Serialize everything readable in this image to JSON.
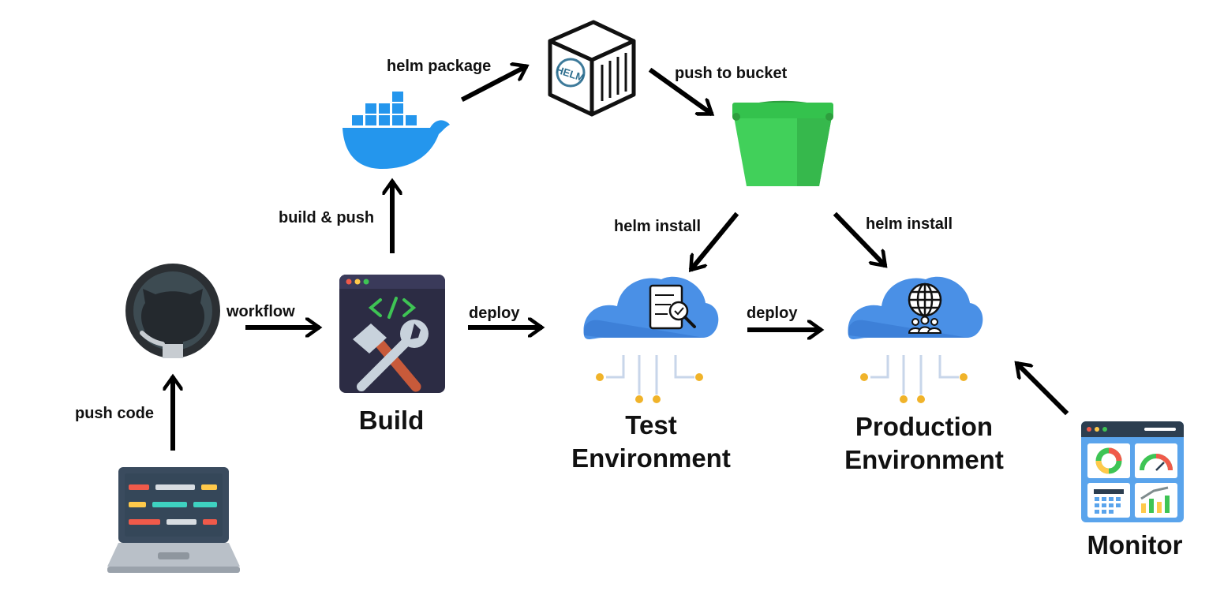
{
  "nodes": {
    "build": "Build",
    "test_line1": "Test",
    "test_line2": "Environment",
    "prod_line1": "Production",
    "prod_line2": "Environment",
    "monitor": "Monitor",
    "helm_logo_text": "HELM"
  },
  "edges": {
    "push_code": "push code",
    "workflow": "workflow",
    "build_push": "build & push",
    "helm_package": "helm package",
    "push_to_bucket": "push to bucket",
    "helm_install_test": "helm install",
    "helm_install_prod": "helm install",
    "deploy_test": "deploy",
    "deploy_prod": "deploy"
  },
  "icons": [
    "laptop-code-icon",
    "github-icon",
    "build-tools-icon",
    "docker-whale-icon",
    "helm-package-icon",
    "storage-bucket-icon",
    "test-cloud-icon",
    "production-cloud-icon",
    "monitor-dashboard-icon"
  ],
  "colors": {
    "arrow": "#000000",
    "docker_blue": "#2496ed",
    "bucket_green": "#3ec454",
    "cloud_blue": "#4a90e6",
    "build_dark": "#2c2c44",
    "github_dark": "#24292e"
  }
}
